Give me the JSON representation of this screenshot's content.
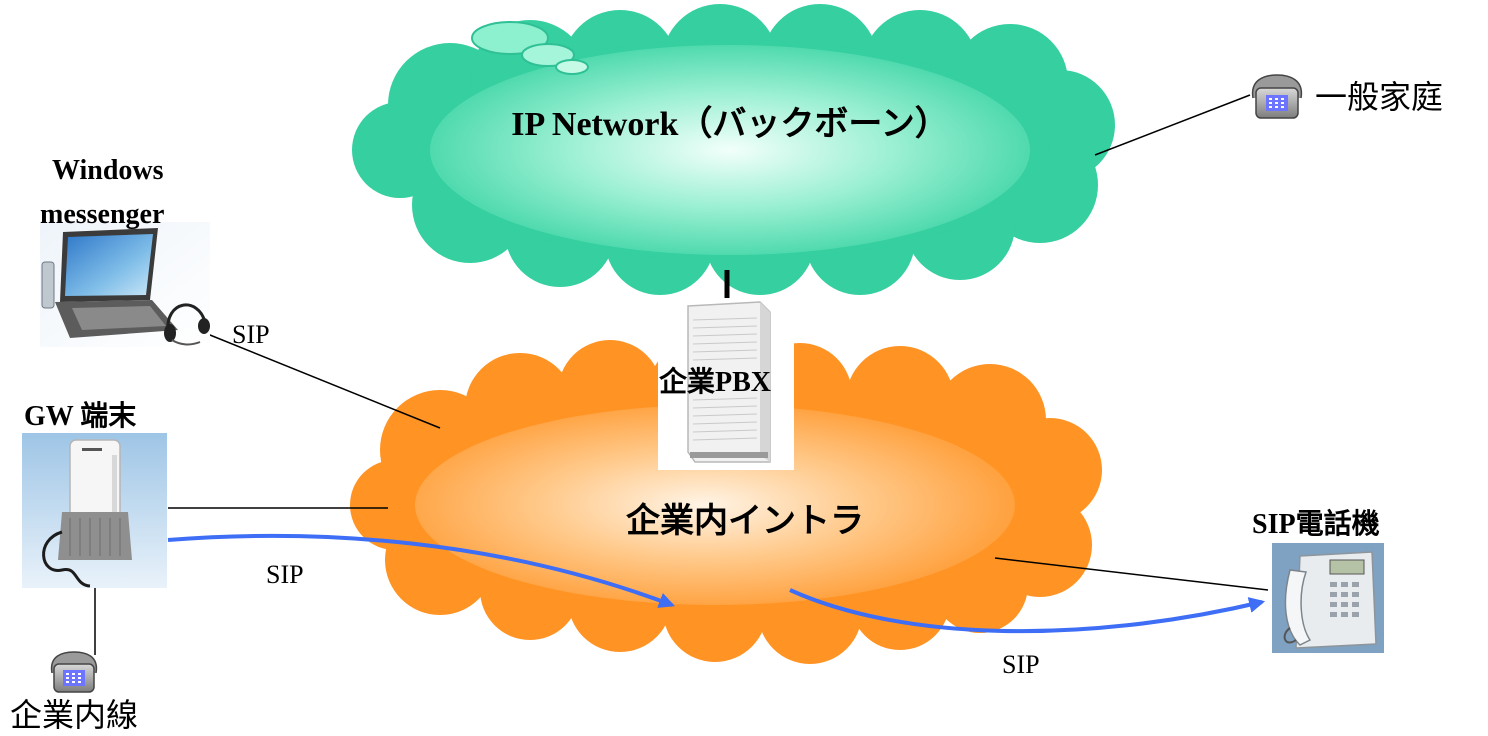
{
  "backbone": {
    "label": "IP Network（バックボーン）"
  },
  "intranet": {
    "label": "企業内イントラ"
  },
  "pbx": {
    "label": "企業PBX"
  },
  "home": {
    "label": "一般家庭"
  },
  "pc": {
    "label_line1": "Windows",
    "label_line2": "messenger"
  },
  "gateway": {
    "label": "GW 端末"
  },
  "extension": {
    "label": "企業内線"
  },
  "sip_phone": {
    "label": "SIP電話機"
  },
  "links": {
    "pc_sip": "SIP",
    "gw_sip": "SIP",
    "phone_sip": "SIP"
  },
  "colors": {
    "backbone_cloud": "#3fd6a6",
    "intranet_cloud": "#ff9a2e",
    "sip_arrow": "#3d6ef5"
  },
  "icons": [
    "cloud-shape",
    "server-tower-icon",
    "laptop-icon",
    "headset-icon",
    "gateway-device-icon",
    "telephone-icon",
    "ip-phone-icon"
  ]
}
